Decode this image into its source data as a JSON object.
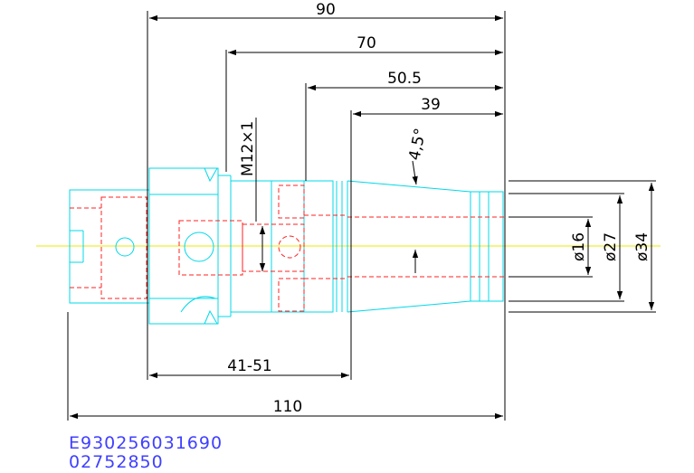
{
  "colors": {
    "outline": "#00d8e8",
    "hidden": "#ff2020",
    "dimension": "#000000",
    "centerline": "#e8e800",
    "note": "#4040ff"
  },
  "dimensions": {
    "overall_length": "110",
    "length_90": "90",
    "length_70": "70",
    "length_50_5": "50.5",
    "length_39": "39",
    "gauge_range": "41-51",
    "thread": "M12×1",
    "taper_angle": "4,5°",
    "dia_16": "ø16",
    "dia_27": "ø27",
    "dia_34": "ø34"
  },
  "notes": {
    "part_number": "E930256031690",
    "code": "02752850"
  }
}
